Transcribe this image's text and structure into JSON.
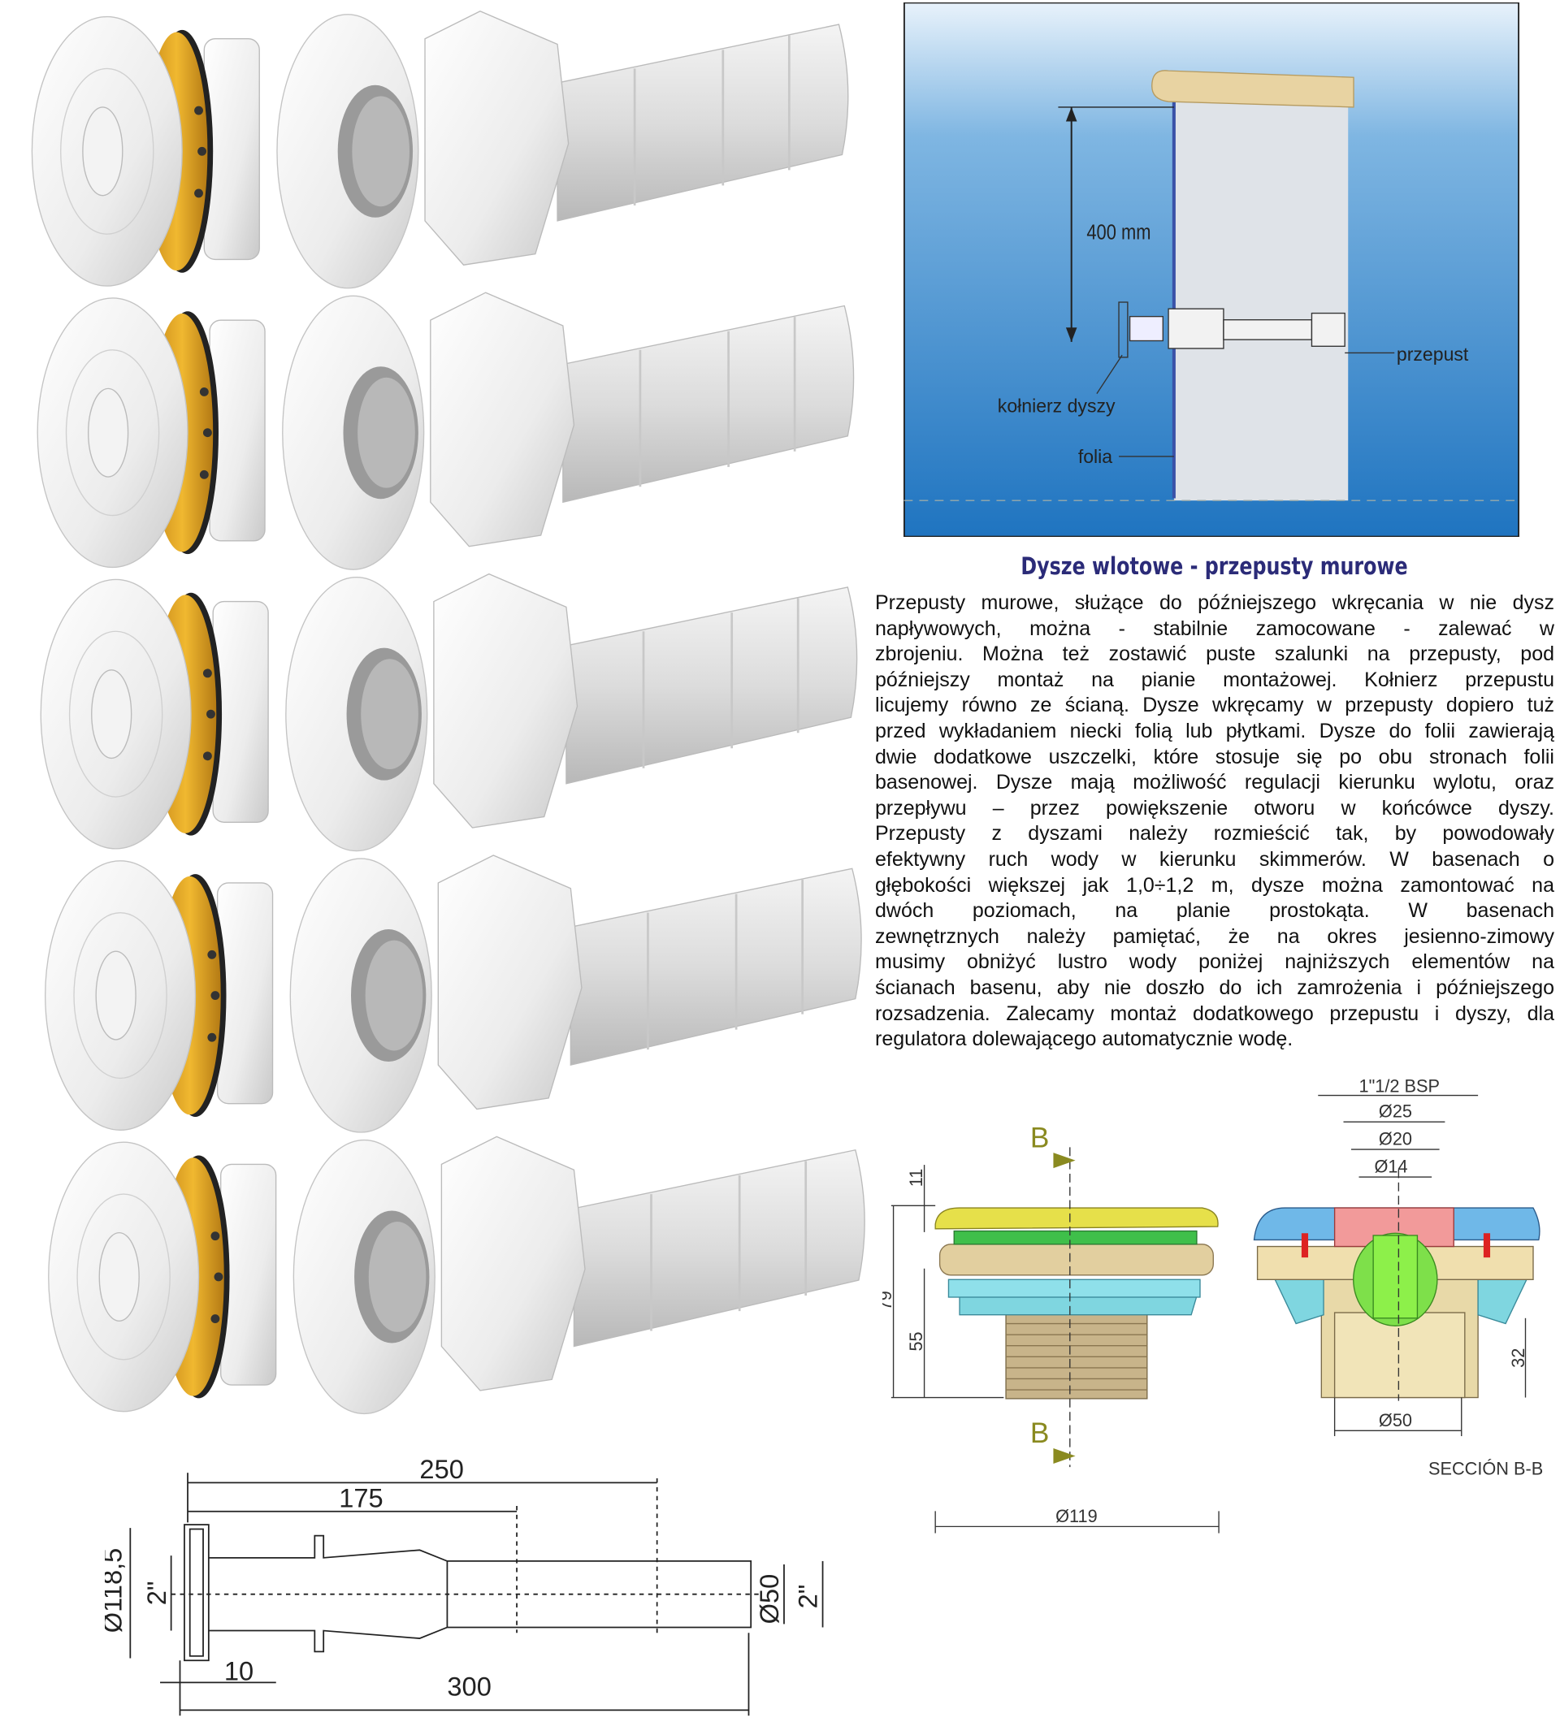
{
  "colors": {
    "title": "#2b2b78",
    "pool_blue": "#2b7fc4",
    "nozzle_yellow": "#e0a526"
  },
  "pool_diagram": {
    "dimension_label": "400 mm",
    "label_flange": "kołnierz dyszy",
    "label_liner": "folia",
    "label_passage": "przepust"
  },
  "title": "Dysze wlotowe - przepusty murowe",
  "paragraph_lines": [
    "Przepusty murowe, służące do późniejszego wkręcania w nie dysz",
    "napływowych, można - stabilnie zamocowane - zalewać w",
    "zbrojeniu. Można też zostawić puste szalunki na przepusty, pod",
    "późniejszy montaż na pianie montażowej. Kołnierz przepustu",
    "licujemy równo ze ścianą. Dysze wkręcamy w przepusty dopiero tuż",
    "przed wykładaniem niecki folią lub płytkami. Dysze do folii zawierają",
    "dwie dodatkowe uszczelki, które stosuje się po obu stronach folii",
    "basenowej. Dysze mają możliwość regulacji kierunku wylotu, oraz",
    "przepływu – przez powiększenie otworu w końcówce dyszy.",
    "Przepusty z dyszami należy rozmieścić tak, by powodowały",
    "efektywny ruch wody w kierunku skimmerów. W basenach o",
    "głębokości większej jak 1,0÷1,2 m, dysze można zamontować na",
    "dwóch poziomach, na planie prostokąta. W basenach",
    "zewnętrznych należy pamiętać, że na okres jesienno-zimowy",
    "musimy obniżyć lustro wody poniżej najniższych elementów na",
    "ścianach basenu, aby nie doszło do ich zamrożenia i późniejszego",
    "rozsadzenia. Zalecamy montaż dodatkowego przepustu i dyszy, dla",
    "regulatora dolewającego automatycznie wodę."
  ],
  "nozzle_drawing": {
    "thread": "1\"1/2 BSP",
    "d25": "Ø25",
    "d20": "Ø20",
    "d14": "Ø14",
    "section_mark": "B",
    "h11": "11",
    "h79": "79",
    "h55": "55",
    "h32": "32",
    "d50": "Ø50",
    "section_label": "SECCIÓN B-B",
    "d119": "Ø119"
  },
  "pipe_drawing": {
    "l250": "250",
    "l175": "175",
    "l300": "300",
    "l10": "10",
    "d118": "Ø118,5",
    "in2_left": "2\"",
    "d50": "Ø50",
    "in2_right": "2\""
  }
}
